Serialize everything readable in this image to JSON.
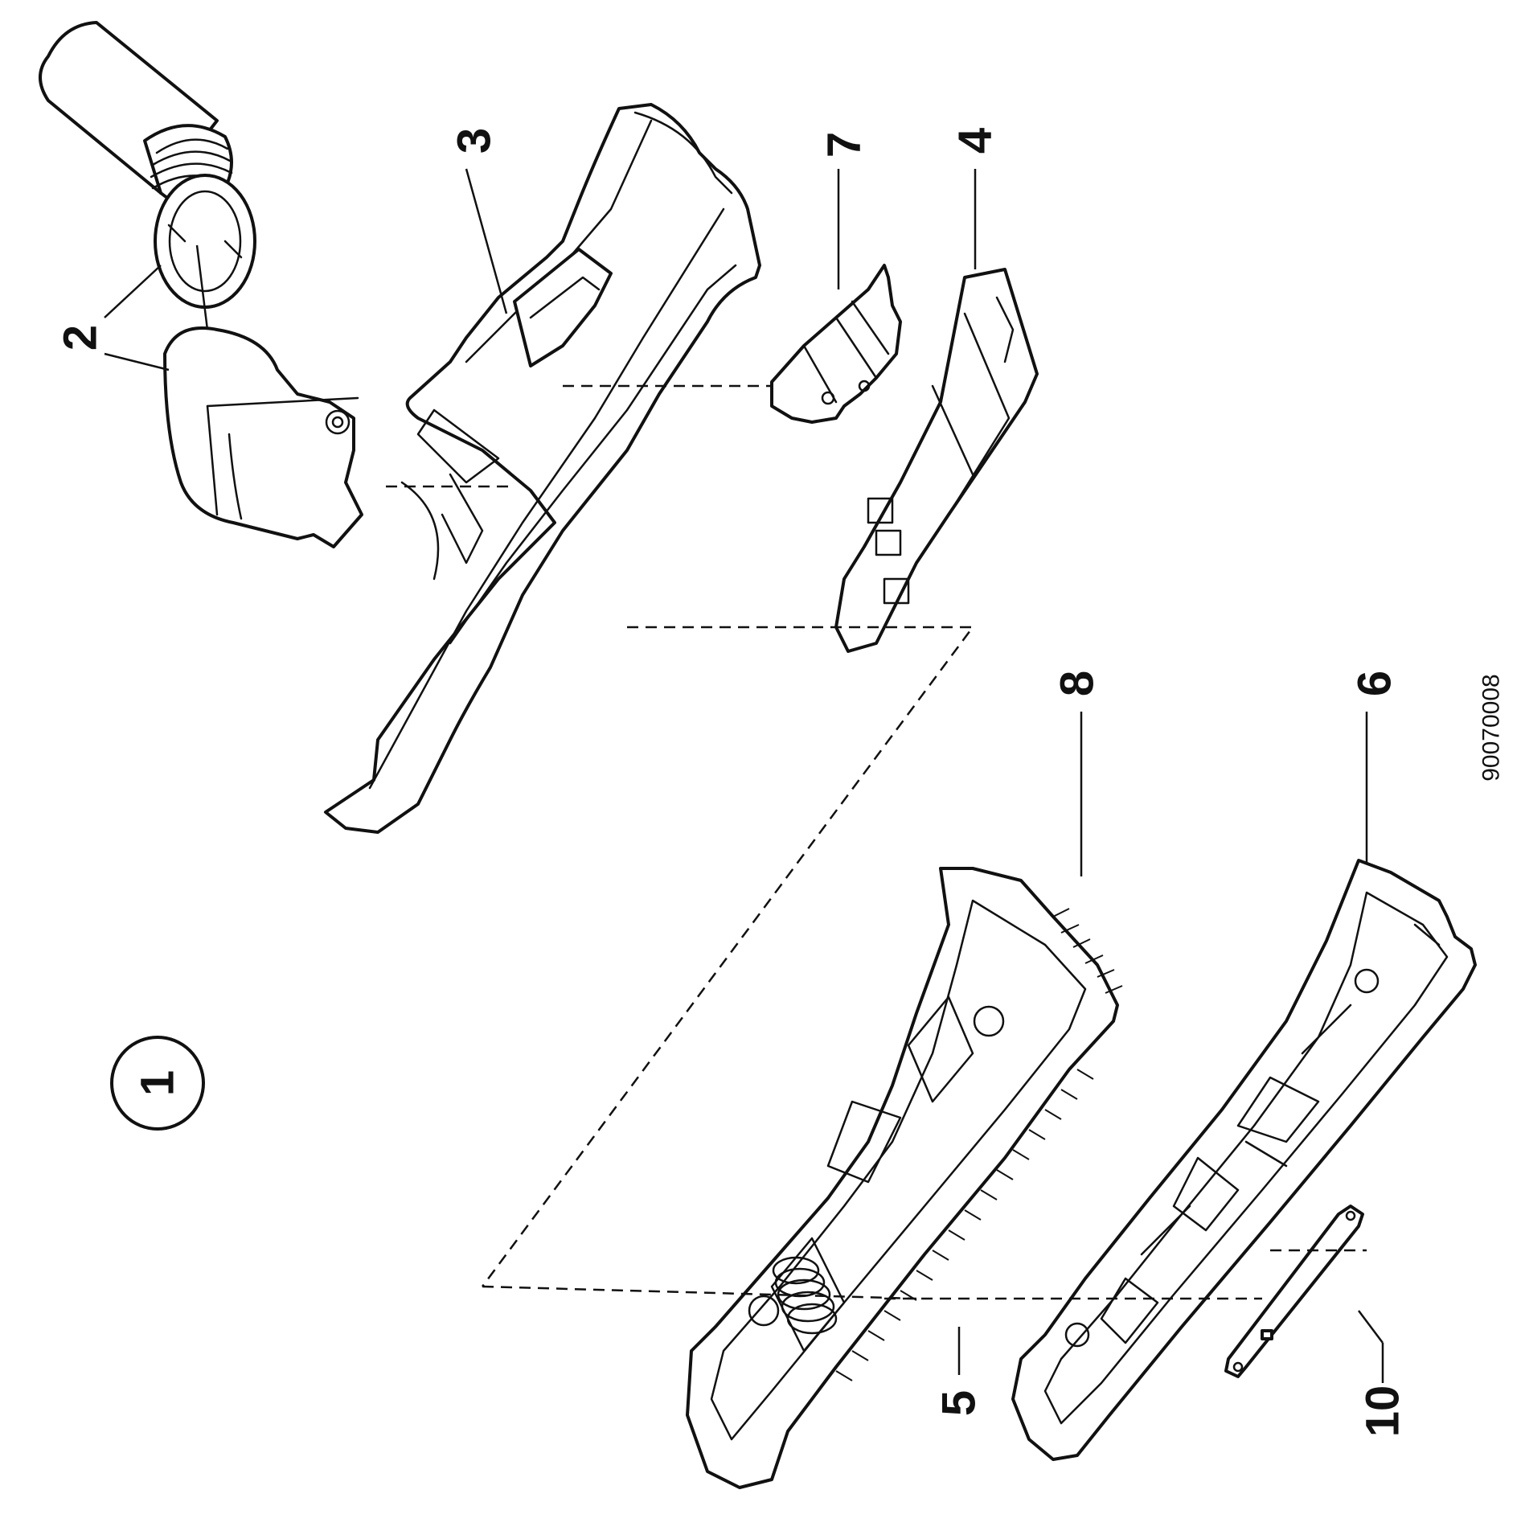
{
  "figure": {
    "figure_number": "1",
    "drawing_code": "90070008"
  },
  "callouts": [
    {
      "id": "2",
      "label": "2"
    },
    {
      "id": "3",
      "label": "3"
    },
    {
      "id": "4",
      "label": "4"
    },
    {
      "id": "5",
      "label": "5"
    },
    {
      "id": "6",
      "label": "6"
    },
    {
      "id": "7",
      "label": "7"
    },
    {
      "id": "8",
      "label": "8"
    },
    {
      "id": "10",
      "label": "10"
    }
  ],
  "parts": [
    {
      "id": "2",
      "icon": "elbow-connector-icon"
    },
    {
      "id": "3",
      "icon": "nozzle-housing-icon"
    },
    {
      "id": "4",
      "icon": "spring-icon"
    },
    {
      "id": "5",
      "icon": "frame-plate-icon"
    },
    {
      "id": "6",
      "icon": "slider-pedal-icon"
    },
    {
      "id": "7",
      "icon": "brush-strip-plate-icon"
    },
    {
      "id": "8",
      "icon": "sole-plate-icon"
    },
    {
      "id": "10",
      "icon": "pin-rod-icon"
    }
  ],
  "colors": {
    "ink": "#111111",
    "paper": "#ffffff"
  }
}
